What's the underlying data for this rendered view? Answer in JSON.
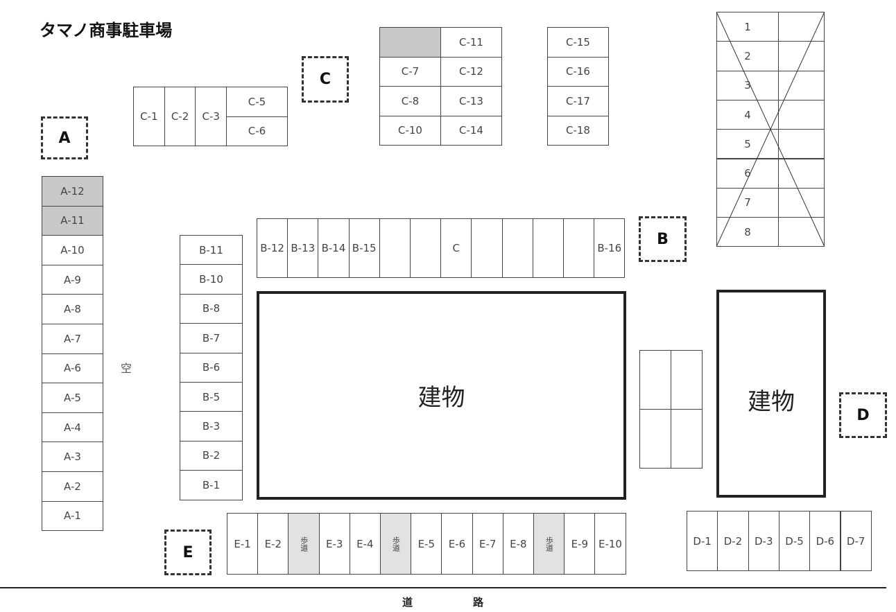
{
  "title": "タマノ商事駐車場",
  "zones": {
    "A": "A",
    "B": "B",
    "C": "C",
    "D": "D",
    "E": "E"
  },
  "empty_label": "空",
  "building_label": "建物",
  "road": [
    "道",
    "路"
  ],
  "sections": {
    "a_column": [
      "A-12",
      "A-11",
      "A-10",
      "A-9",
      "A-8",
      "A-7",
      "A-6",
      "A-5",
      "A-4",
      "A-3",
      "A-2",
      "A-1"
    ],
    "a_column_occupied": [
      "A-12",
      "A-11"
    ],
    "c_left": [
      "C-1",
      "C-2",
      "C-3"
    ],
    "c_left_stack": [
      "C-5",
      "C-6"
    ],
    "c_middle": [
      [
        "",
        "C-11"
      ],
      [
        "C-7",
        "C-12"
      ],
      [
        "C-8",
        "C-13"
      ],
      [
        "C-10",
        "C-14"
      ]
    ],
    "c_right": [
      "C-15",
      "C-16",
      "C-17",
      "C-18"
    ],
    "numbered": [
      "1",
      "2",
      "3",
      "4",
      "5",
      "6",
      "7",
      "8"
    ],
    "b_row": [
      "B-12",
      "B-13",
      "B-14",
      "B-15",
      "",
      "",
      "C",
      "",
      "",
      "",
      "",
      "B-16"
    ],
    "b_column": [
      "B-11",
      "B-10",
      "B-8",
      "B-7",
      "B-6",
      "B-5",
      "B-3",
      "B-2",
      "B-1"
    ],
    "d_row": [
      "D-1",
      "D-2",
      "D-3",
      "D-5",
      "D-6",
      "D-7"
    ],
    "e_row": [
      "E-1",
      "E-2",
      "歩道",
      "E-3",
      "E-4",
      "歩道",
      "E-5",
      "E-6",
      "E-7",
      "E-8",
      "歩道",
      "E-9",
      "E-10"
    ]
  },
  "colors": {
    "occupied": "#c8c8c8",
    "walkway": "#e2e2e2"
  }
}
